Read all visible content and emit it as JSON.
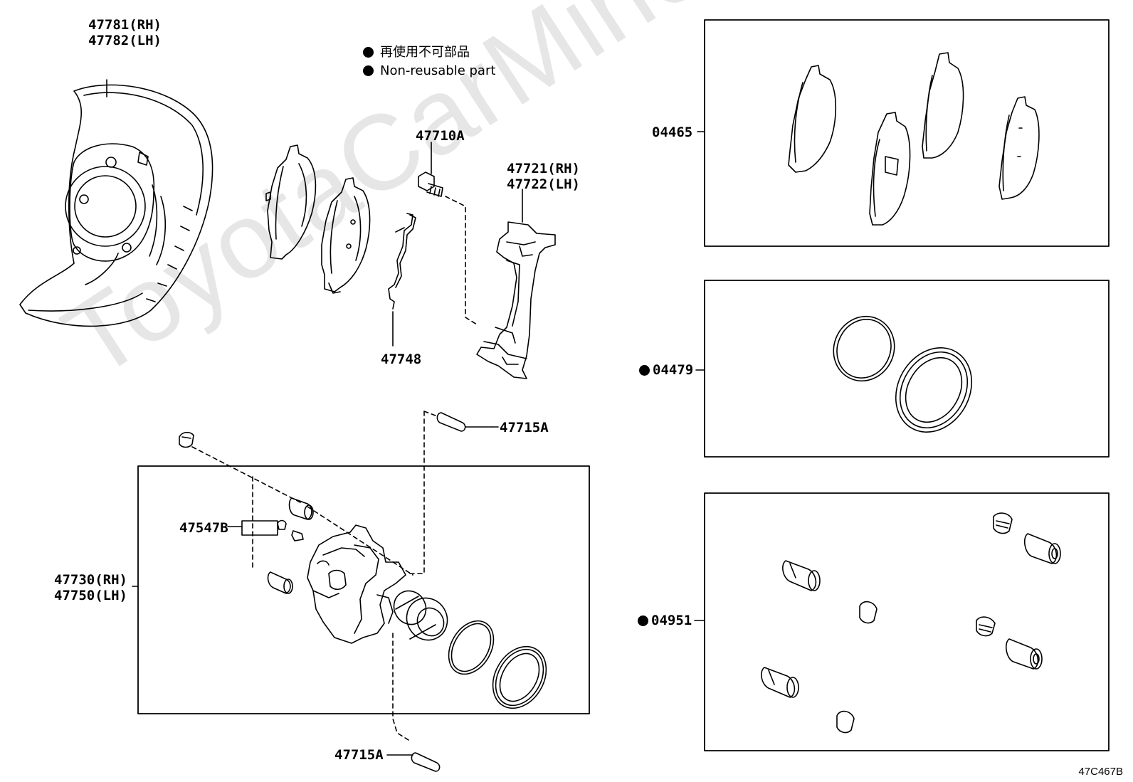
{
  "legend": {
    "jp": "再使用不可部品",
    "en": "Non-reusable part"
  },
  "watermark": "ToyotaCarMine.ru",
  "diagram_id": "47C467B",
  "labels": {
    "shield_rh": "47781(RH)",
    "shield_lh": "47782(LH)",
    "bolt": "47710A",
    "mount_rh": "47721(RH)",
    "mount_lh": "47722(LH)",
    "clip": "47748",
    "pin_top": "47715A",
    "bleeder": "47547B",
    "caliper_rh": "47730(RH)",
    "caliper_lh": "47750(LH)",
    "pin_bottom": "47715A",
    "pad_kit": "04465",
    "seal_kit": "04479",
    "boot_kit": "04951"
  }
}
